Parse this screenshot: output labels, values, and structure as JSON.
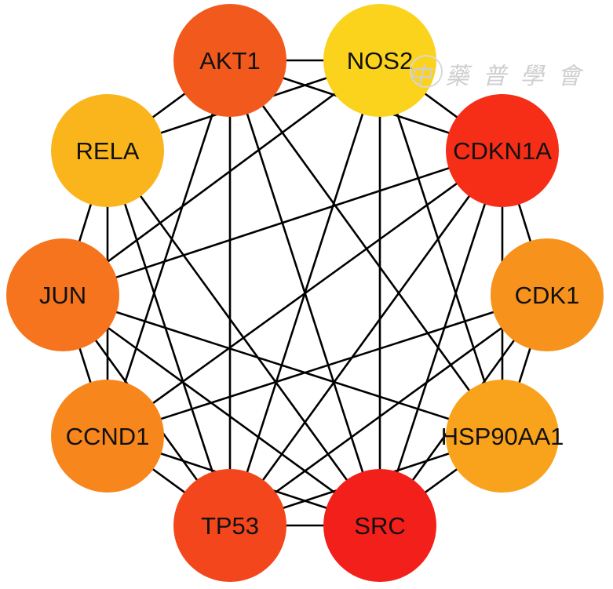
{
  "nodes": [
    {
      "id": "AKT1",
      "label": "AKT1",
      "color": "#f25a1d"
    },
    {
      "id": "NOS2",
      "label": "NOS2",
      "color": "#fbd21c"
    },
    {
      "id": "CDKN1A",
      "label": "CDKN1A",
      "color": "#f62d17"
    },
    {
      "id": "CDK1",
      "label": "CDK1",
      "color": "#f7921d"
    },
    {
      "id": "HSP90AA1",
      "label": "HSP90AA1",
      "color": "#f9a21c"
    },
    {
      "id": "SRC",
      "label": "SRC",
      "color": "#f31f1b"
    },
    {
      "id": "TP53",
      "label": "TP53",
      "color": "#f3461c"
    },
    {
      "id": "CCND1",
      "label": "CCND1",
      "color": "#f7861d"
    },
    {
      "id": "JUN",
      "label": "JUN",
      "color": "#f5741d"
    },
    {
      "id": "RELA",
      "label": "RELA",
      "color": "#fab51c"
    }
  ],
  "edges": [
    [
      "AKT1",
      "NOS2"
    ],
    [
      "AKT1",
      "RELA"
    ],
    [
      "AKT1",
      "CDKN1A"
    ],
    [
      "AKT1",
      "TP53"
    ],
    [
      "AKT1",
      "SRC"
    ],
    [
      "AKT1",
      "HSP90AA1"
    ],
    [
      "AKT1",
      "CCND1"
    ],
    [
      "NOS2",
      "CDKN1A"
    ],
    [
      "NOS2",
      "RELA"
    ],
    [
      "NOS2",
      "JUN"
    ],
    [
      "NOS2",
      "SRC"
    ],
    [
      "NOS2",
      "HSP90AA1"
    ],
    [
      "NOS2",
      "TP53"
    ],
    [
      "CDKN1A",
      "CDK1"
    ],
    [
      "CDKN1A",
      "HSP90AA1"
    ],
    [
      "CDKN1A",
      "SRC"
    ],
    [
      "CDKN1A",
      "TP53"
    ],
    [
      "CDKN1A",
      "JUN"
    ],
    [
      "CDKN1A",
      "CCND1"
    ],
    [
      "CDK1",
      "HSP90AA1"
    ],
    [
      "CDK1",
      "SRC"
    ],
    [
      "CDK1",
      "TP53"
    ],
    [
      "CDK1",
      "CCND1"
    ],
    [
      "HSP90AA1",
      "SRC"
    ],
    [
      "HSP90AA1",
      "TP53"
    ],
    [
      "HSP90AA1",
      "JUN"
    ],
    [
      "SRC",
      "TP53"
    ],
    [
      "SRC",
      "RELA"
    ],
    [
      "SRC",
      "CCND1"
    ],
    [
      "SRC",
      "JUN"
    ],
    [
      "TP53",
      "CCND1"
    ],
    [
      "TP53",
      "JUN"
    ],
    [
      "TP53",
      "RELA"
    ],
    [
      "CCND1",
      "JUN"
    ],
    [
      "CCND1",
      "RELA"
    ],
    [
      "JUN",
      "RELA"
    ]
  ],
  "watermark": "中 藥 普 學 會"
}
